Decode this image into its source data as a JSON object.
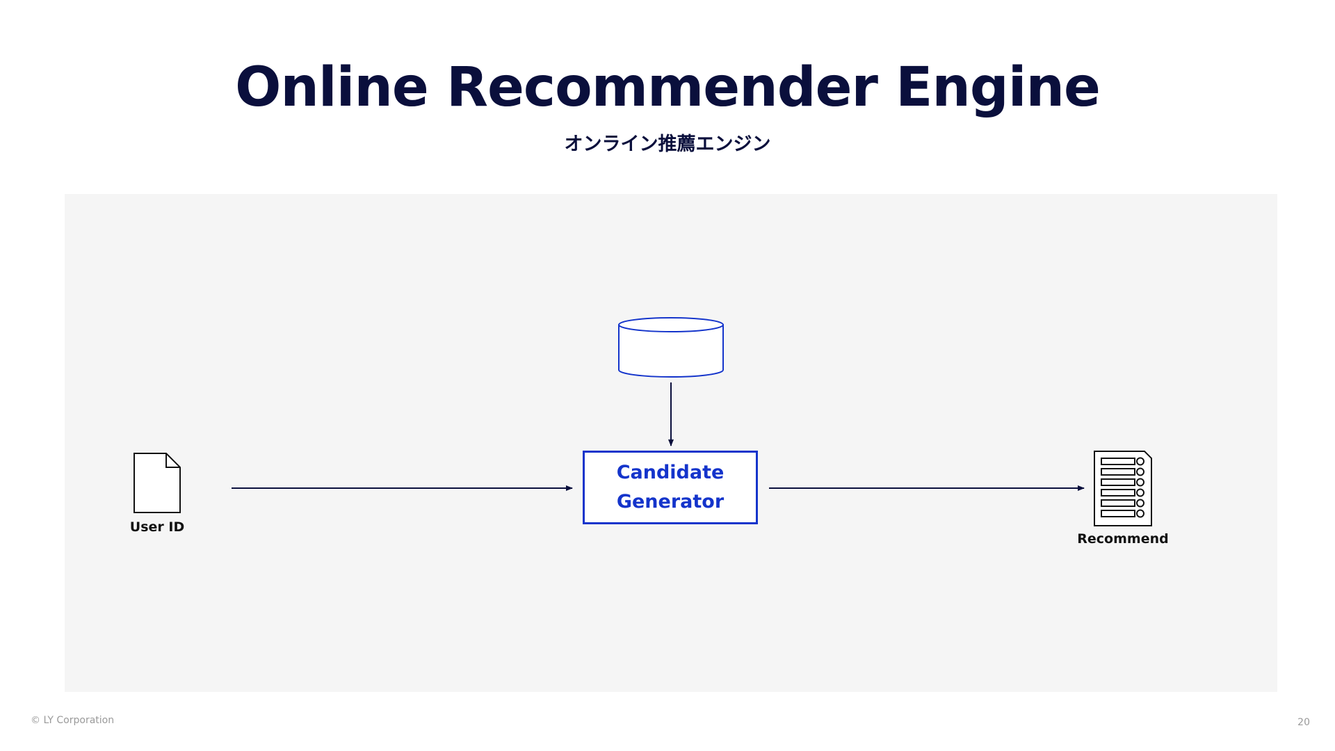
{
  "slide": {
    "title": "Online Recommender Engine",
    "subtitle": "オンライン推薦エンジン",
    "page_number": "20",
    "copyright": "© LY Corporation"
  },
  "diagram": {
    "nodes": {
      "user_id": {
        "label": "User ID",
        "icon": "document-icon"
      },
      "database": {
        "label": "",
        "icon": "database-cylinder-icon"
      },
      "candidate_generator": {
        "line1": "Candidate",
        "line2": "Generator"
      },
      "recommend": {
        "label": "Recommend",
        "icon": "ranked-list-document-icon"
      }
    },
    "edges": [
      {
        "from": "user_id",
        "to": "candidate_generator"
      },
      {
        "from": "database",
        "to": "candidate_generator"
      },
      {
        "from": "candidate_generator",
        "to": "recommend"
      }
    ]
  },
  "colors": {
    "title": "#0a0f3c",
    "accent": "#1434cb",
    "panel_bg": "#f5f5f5",
    "footer": "#9a9a9a"
  }
}
